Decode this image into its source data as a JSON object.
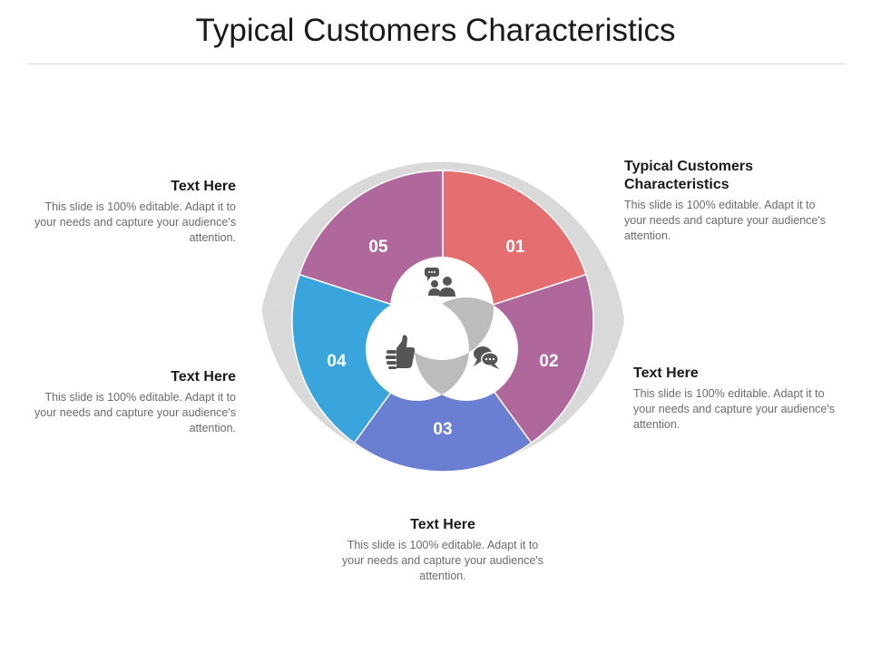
{
  "title": "Typical Customers Characteristics",
  "segments": [
    {
      "number": "01",
      "color": "#e56f70"
    },
    {
      "number": "02",
      "color": "#b0679b"
    },
    {
      "number": "03",
      "color": "#6a7fd1"
    },
    {
      "number": "04",
      "color": "#3aa4dc"
    },
    {
      "number": "05",
      "color": "#b0679b"
    }
  ],
  "icons": [
    "people-chat-icon",
    "chat-bubbles-icon",
    "thumbs-up-icon"
  ],
  "blocks": {
    "top_right": {
      "heading": "Typical Customers Characteristics",
      "text": "This slide is 100% editable. Adapt it to your needs and capture your audience's attention."
    },
    "mid_right": {
      "heading": "Text Here",
      "text": "This slide is 100% editable. Adapt it to your needs and capture your audience's attention."
    },
    "bottom": {
      "heading": "Text Here",
      "text": "This slide is 100% editable. Adapt it to your needs and capture your audience's attention."
    },
    "mid_left": {
      "heading": "Text Here",
      "text": "This slide is 100% editable. Adapt it to your needs and capture your audience's attention."
    },
    "top_left": {
      "heading": "Text Here",
      "text": "This slide is 100% editable. Adapt it to your needs and capture your audience's attention."
    }
  }
}
